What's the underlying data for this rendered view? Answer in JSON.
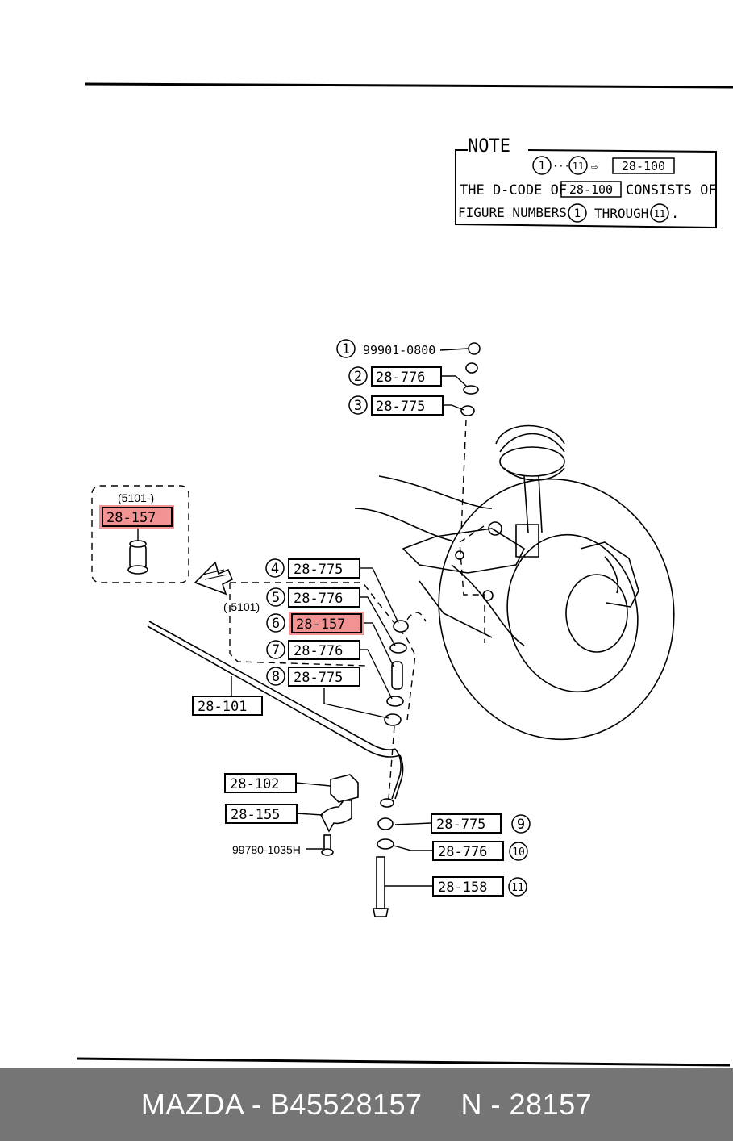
{
  "note": {
    "title": "NOTE",
    "range_start": "1",
    "range_dots": "···",
    "range_end": "11",
    "range_code": "28-100",
    "line1_prefix": "THE D-CODE OF",
    "line1_code": "28-100",
    "line1_suffix": "CONSISTS OF",
    "line2_prefix": "FIGURE NUMBERS",
    "line2_start": "1",
    "line2_mid": "THROUGH",
    "line2_end": "11",
    "line2_suffix": "."
  },
  "callouts": [
    {
      "num": "1",
      "code": "99901-0800"
    },
    {
      "num": "2",
      "code": "28-776"
    },
    {
      "num": "3",
      "code": "28-775"
    },
    {
      "num": "4",
      "code": "28-775"
    },
    {
      "num": "5",
      "code": "28-776"
    },
    {
      "num": "6",
      "code": "28-157"
    },
    {
      "num": "7",
      "code": "28-776"
    },
    {
      "num": "8",
      "code": "28-775"
    },
    {
      "num": "9",
      "code": "28-775"
    },
    {
      "num": "10",
      "code": "28-776"
    },
    {
      "num": "11",
      "code": "28-158"
    }
  ],
  "group_label": "(-5101)",
  "inset": {
    "label": "(5101-)",
    "code": "28-157"
  },
  "other_parts": {
    "stabilizer": "28-101",
    "bushing": "28-102",
    "bracket": "28-155",
    "bolt": "99780-1035H"
  },
  "highlight_color": "#f08080",
  "footer": {
    "brand_part": "MAZDA - B45528157",
    "ref": "N - 28157",
    "bg_color": "#757575"
  }
}
